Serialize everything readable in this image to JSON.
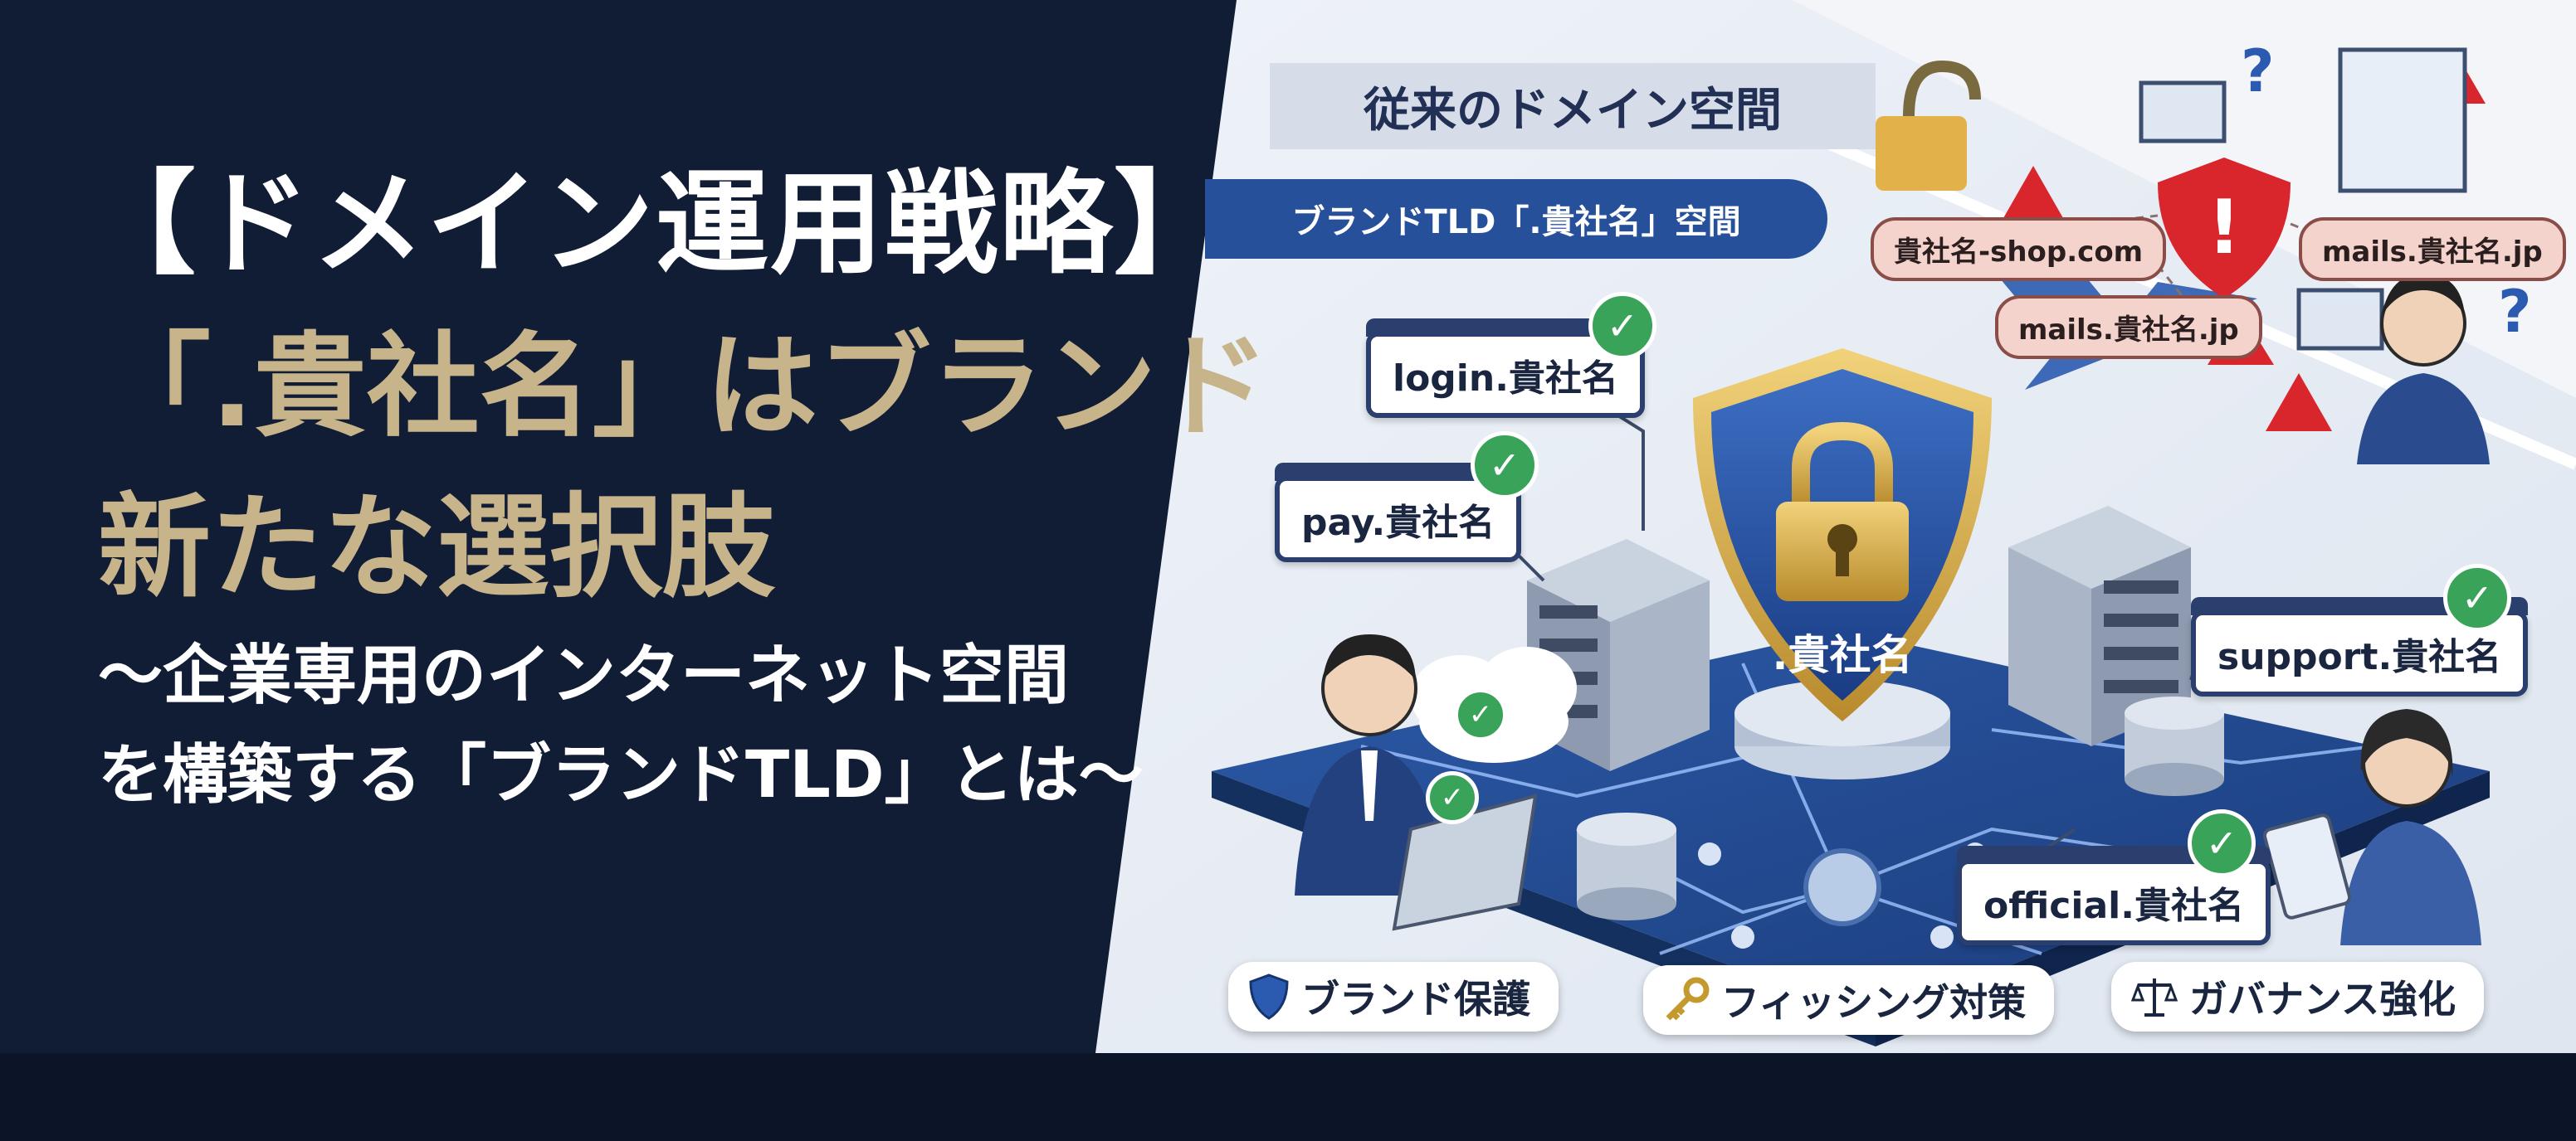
{
  "headline": {
    "line1": "【ドメイン運用戦略】",
    "line2": "「.貴社名」はブランド",
    "line3": "新たな選択肢",
    "subtitle_line1": "～企業専用のインターネット空間",
    "subtitle_line2": "を構築する「ブランドTLD」とは～"
  },
  "illustration": {
    "header_traditional": "従来のドメイン空間",
    "header_brand": "ブランドTLD「.貴社名」空間",
    "shield_label": ".貴社名",
    "brand_domains": [
      "login.貴社名",
      "pay.貴社名",
      "support.貴社名",
      "official.貴社名"
    ],
    "phishing_domains": [
      "貴社名-shop.com",
      "mails.貴社名.jp",
      "mails.貴社名.jp"
    ],
    "benefits": [
      "ブランド保護",
      "フィッシング対策",
      "ガバナンス強化"
    ]
  },
  "colors": {
    "navy": "#111c35",
    "gold": "#c8b48a",
    "brand_blue": "#27509b",
    "check_green": "#3aa35a",
    "warning_red": "#d8262c"
  }
}
